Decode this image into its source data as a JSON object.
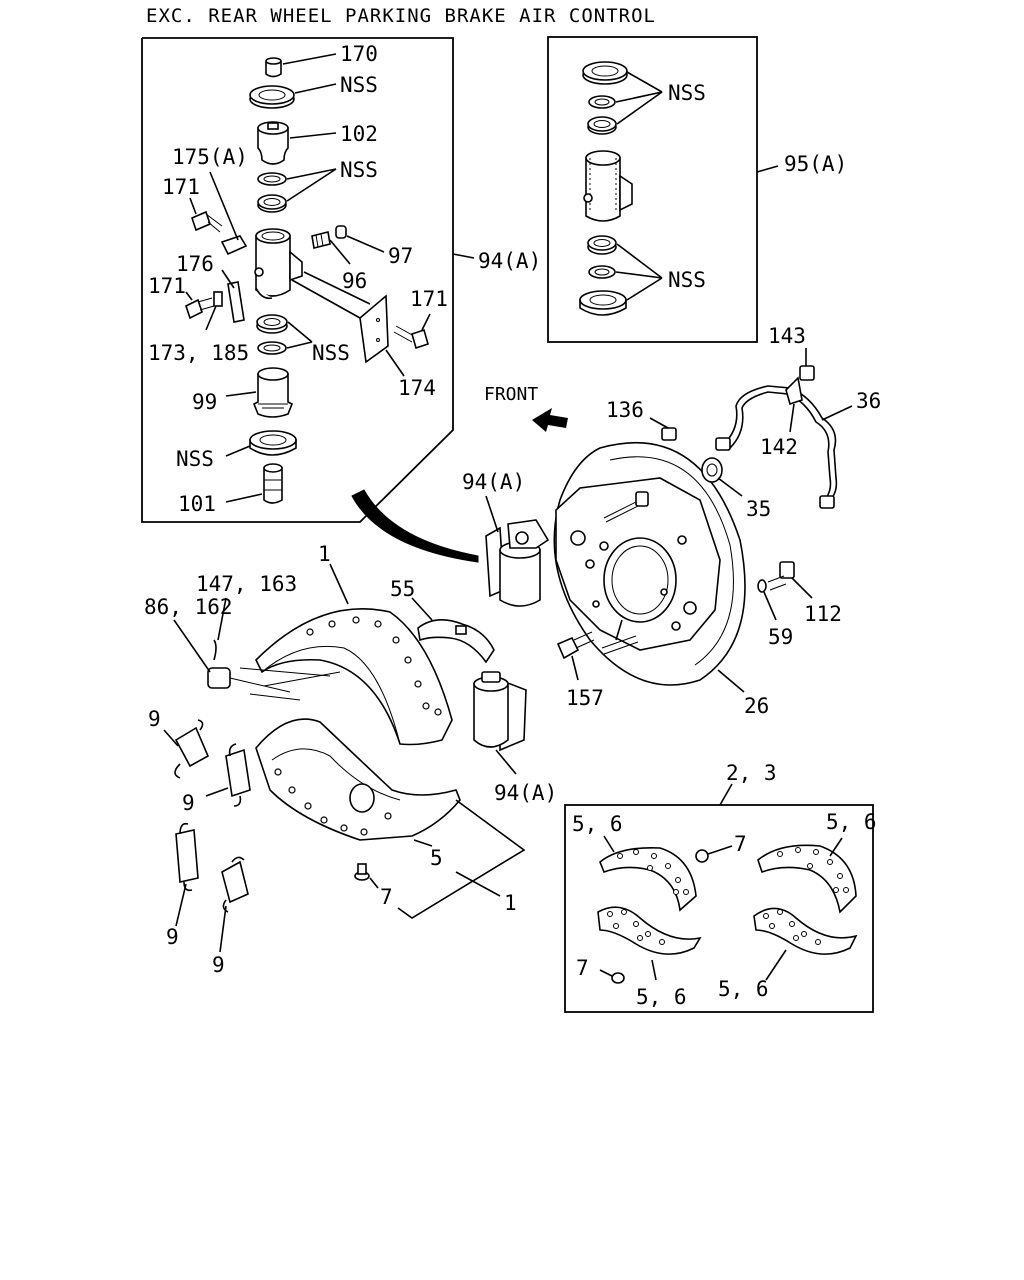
{
  "title": "EXC. REAR WHEEL PARKING BRAKE AIR CONTROL",
  "front_label": "FRONT",
  "labels": {
    "p170": "170",
    "nss_a": "NSS",
    "p102": "102",
    "p175a": "175(A)",
    "nss_b": "NSS",
    "p171_a": "171",
    "p97": "97",
    "p176": "176",
    "p96": "96",
    "p94a_box": "94(A)",
    "p171_b": "171",
    "p171_c": "171",
    "p173_185": "173, 185",
    "nss_c": "NSS",
    "p174": "174",
    "p99": "99",
    "nss_d": "NSS",
    "p101": "101",
    "nss_e": "NSS",
    "p95a": "95(A)",
    "nss_f": "NSS",
    "p143": "143",
    "p36": "36",
    "p136": "136",
    "p142": "142",
    "p94a_mid": "94(A)",
    "p35": "35",
    "p147_163": "147, 163",
    "p1_top": "1",
    "p55": "55",
    "p86_162": "86, 162",
    "p112": "112",
    "p59": "59",
    "p157": "157",
    "p26": "26",
    "p9_a": "9",
    "p94a_low": "94(A)",
    "p9_b": "9",
    "p23": "2, 3",
    "p5": "5",
    "p7_a": "7",
    "p1_bot": "1",
    "p9_c": "9",
    "p9_d": "9",
    "p56_a": "5, 6",
    "p7_b": "7",
    "p56_b": "5, 6",
    "p7_c": "7",
    "p56_c": "5, 6",
    "p56_d": "5, 6"
  }
}
